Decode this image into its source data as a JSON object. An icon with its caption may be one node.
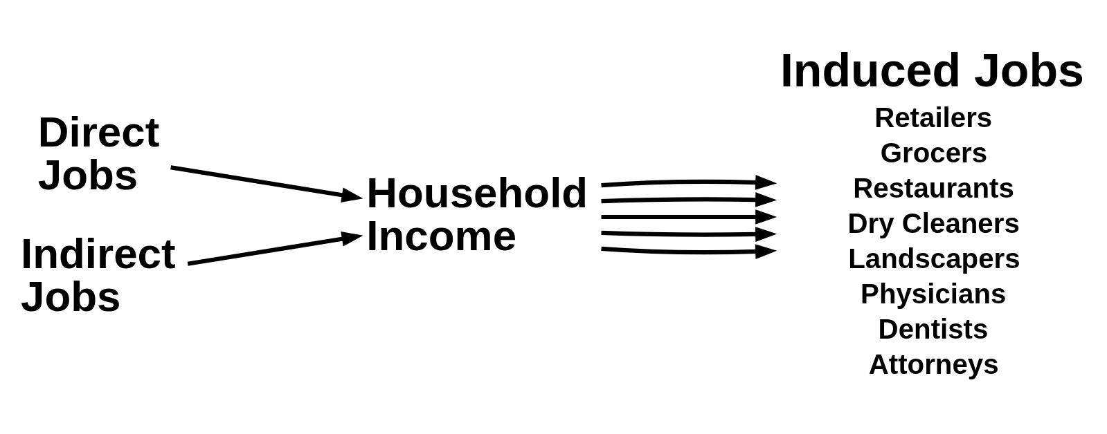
{
  "diagram": {
    "nodes": [
      {
        "text": [
          "Direct Jobs"
        ]
      },
      {
        "text": [
          "Indirect Jobs"
        ]
      },
      {
        "text": [
          "Household Income"
        ]
      },
      {
        "text": [
          "Induced Jobs",
          "Retailers",
          "Grocers",
          "Restaurants",
          "Dry Cleaners",
          "Landscapers",
          "Physicians",
          "Dentists",
          "Attorneys"
        ]
      }
    ],
    "edges": [
      {
        "from": 0,
        "to": 2,
        "arrow": "to"
      },
      {
        "from": 1,
        "to": 2,
        "arrow": "to"
      },
      {
        "from": 2,
        "to": 3,
        "arrow": "to"
      },
      {
        "from": 2,
        "to": 3,
        "arrow": "to"
      },
      {
        "from": 2,
        "to": 3,
        "arrow": "to"
      },
      {
        "from": 2,
        "to": 3,
        "arrow": "to"
      },
      {
        "from": 2,
        "to": 3,
        "arrow": "to"
      }
    ]
  }
}
